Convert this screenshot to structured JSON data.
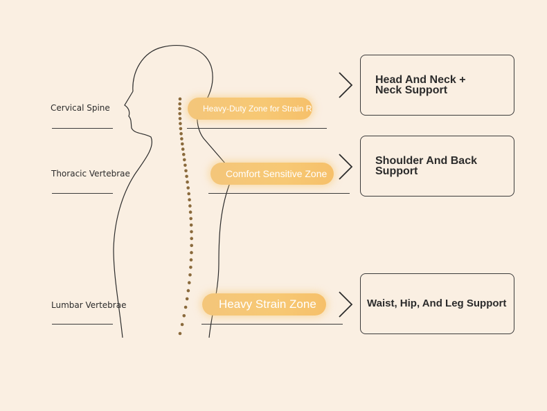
{
  "colors": {
    "background": "#faefe2",
    "line": "#2b2b2b",
    "spine_dot": "#8a6a3c",
    "zone_fill": "#f6c471",
    "zone_text": "#ffffff",
    "box_border": "#3a3a3a"
  },
  "regions": [
    {
      "label": "Cervical Spine"
    },
    {
      "label": "Thoracic Vertebrae"
    },
    {
      "label": "Lumbar Vertebrae"
    }
  ],
  "zones": [
    {
      "label": "Heavy-Duty Zone for Strain Re"
    },
    {
      "label": "Comfort Sensitive Zone"
    },
    {
      "label": "Heavy Strain Zone"
    }
  ],
  "supports": [
    {
      "line1": "Head And Neck +",
      "line2": "Neck Support"
    },
    {
      "line1": "Shoulder And Back",
      "line2": "Support"
    },
    {
      "line1": "Waist, Hip, And Leg Support",
      "line2": ""
    }
  ],
  "icons": {
    "arrow": "chevron-right-icon"
  }
}
